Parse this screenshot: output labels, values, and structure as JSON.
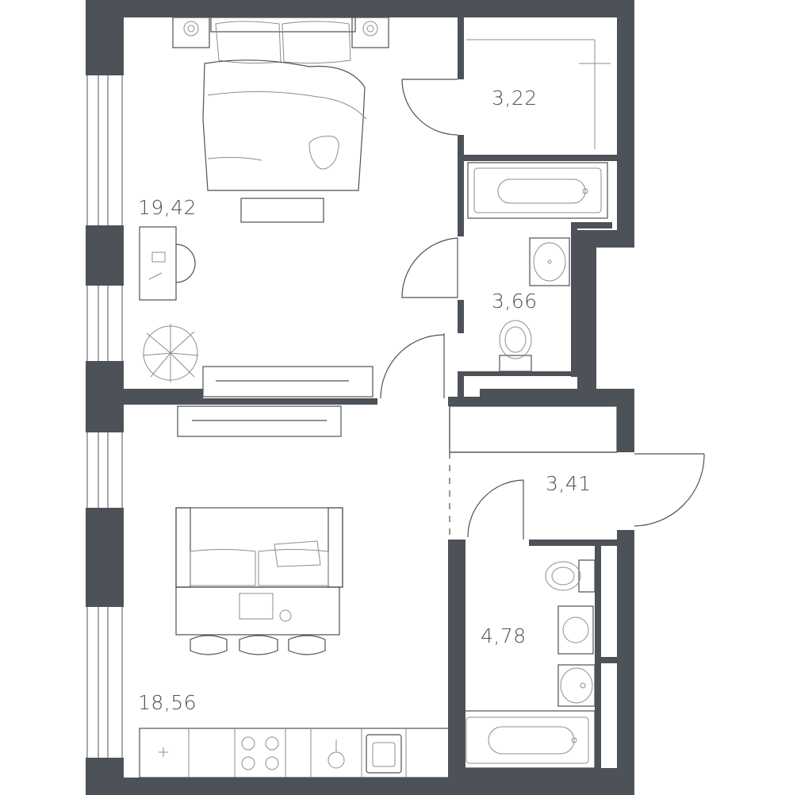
{
  "rooms": [
    {
      "id": "bedroom",
      "area": "19,42"
    },
    {
      "id": "wardrobe",
      "area": "3,22"
    },
    {
      "id": "bathroom",
      "area": "3,66"
    },
    {
      "id": "hallway",
      "area": "3,41"
    },
    {
      "id": "kitchen-living",
      "area": "18,56"
    },
    {
      "id": "bathroom-2",
      "area": "4,78"
    }
  ],
  "colors": {
    "wall": "#4d5158",
    "line": "#4d5158",
    "background": "#ffffff"
  }
}
